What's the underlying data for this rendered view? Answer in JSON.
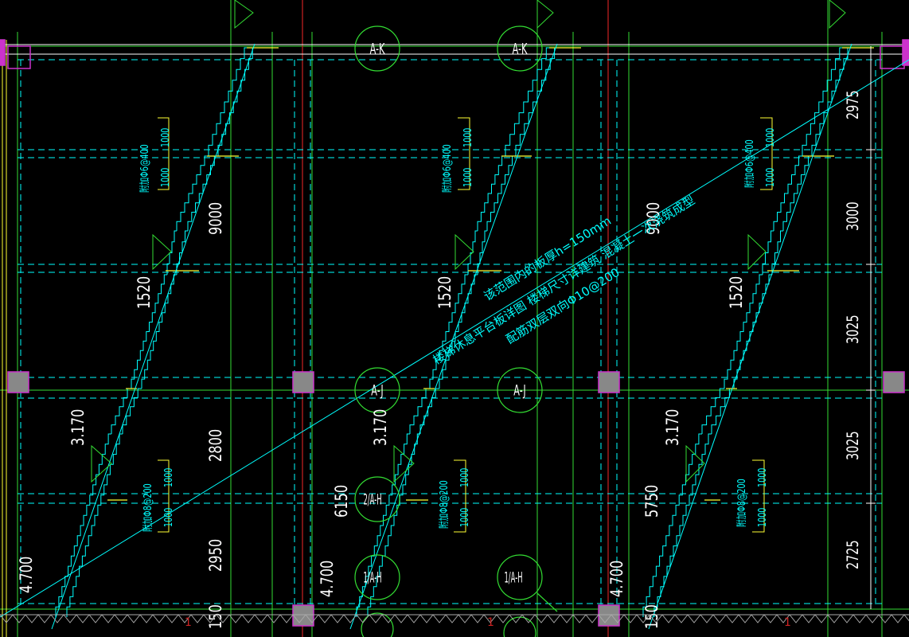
{
  "colors": {
    "background": "#000000",
    "beam": "#00ffff",
    "grid": "#33dd33",
    "dim": "#00ff66",
    "text": "#ffffff",
    "label": "#00ffff",
    "rebar": "#ffff33",
    "column": "#888888",
    "column_border": "#cc33cc",
    "axis_red": "#cc2222",
    "edge": "#9999ff"
  },
  "grid_bubbles": {
    "top_left": "A-K",
    "top_right": "A-K",
    "mid_left": "A-J",
    "mid_right": "A-J",
    "lower_left_1": "2/A-H",
    "lower_left_2": "1/A-H",
    "lower_right": "1/A-H"
  },
  "dims": {
    "d9000_left": "9000",
    "d9000_right": "9000",
    "d1520_left": "1520",
    "d1520_mid": "1520",
    "d1520_right": "1520",
    "d3170_left": "3.170",
    "d3170_mid": "3.170",
    "d3170_right": "3.170",
    "d2800": "2800",
    "d2950": "2950",
    "d6150": "6150",
    "d5750": "5750",
    "d4700_left": "4.700",
    "d4700_mid": "4.700",
    "d4700_right": "4.700",
    "d150_left": "150",
    "d150_right": "150",
    "r2975": "2975",
    "r3000": "3000",
    "r3025a": "3025",
    "r3025b": "3025",
    "r2725": "2725"
  },
  "rebar_notes": {
    "upper_left_a": "附加Φ6@400",
    "upper_left_b": "1000",
    "upper_left_c": "1000",
    "upper_mid_a": "附加Φ6@400",
    "upper_mid_b": "1000",
    "upper_mid_c": "1000",
    "upper_right_a": "附加Φ6@400",
    "upper_right_b": "1000",
    "upper_right_c": "1000",
    "lower_left_a": "附加Φ8@200",
    "lower_left_b": "1000",
    "lower_left_c": "1000",
    "lower_mid_a": "附加Φ8@200",
    "lower_mid_b": "1000",
    "lower_mid_c": "1000",
    "lower_right_a": "附加Φ8@200",
    "lower_right_b": "1000",
    "lower_right_c": "1000"
  },
  "note": {
    "line1": "该范围内的板厚h=150mm",
    "line2": "楼梯休息平台板详图 楼梯尺寸详建筑 混凝土一次浇筑成型",
    "line3": "配筋双层双向Φ10@200"
  },
  "bottom_marks": {
    "m1": "1",
    "m2": "1",
    "m3": "1"
  }
}
